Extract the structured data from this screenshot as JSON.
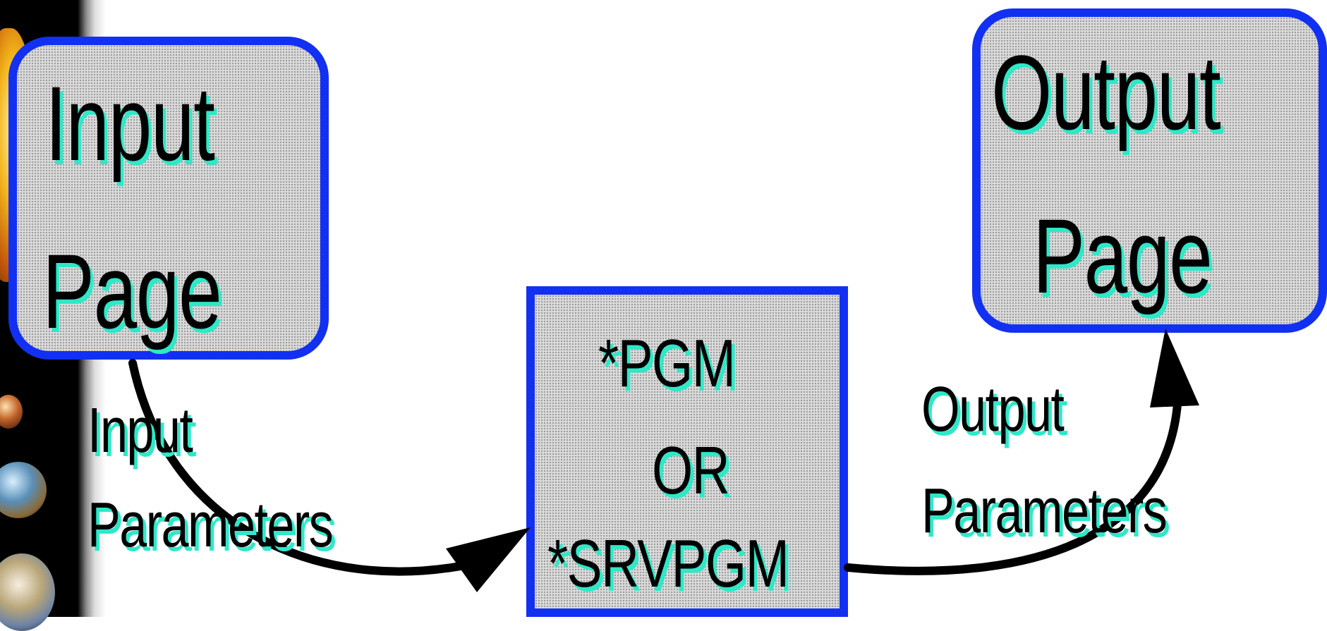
{
  "diagram": {
    "input_page": {
      "line1": "Input",
      "line2": "Page"
    },
    "program": {
      "line1": "*PGM",
      "line2": "OR",
      "line3": "*SRVPGM"
    },
    "output_page": {
      "line1": "Output",
      "line2": "Page"
    },
    "input_parameters": {
      "line1": "Input",
      "line2": "Parameters"
    },
    "output_parameters": {
      "line1": "Output",
      "line2": "Parameters"
    },
    "colors": {
      "box_border": "#1230f2",
      "text_shadow": "#2ee8c8",
      "arrow": "#000000"
    }
  }
}
